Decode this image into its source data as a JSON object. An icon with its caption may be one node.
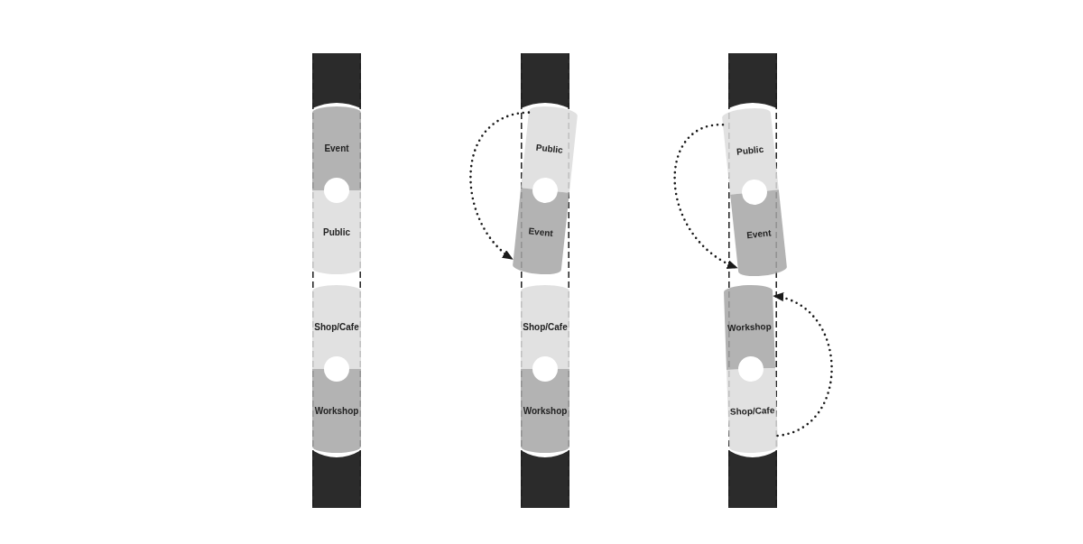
{
  "diagram": {
    "nodes": [
      {
        "text": [
          "Event"
        ]
      },
      {
        "text": [
          "Public"
        ]
      },
      {
        "text": [
          "Shop/Cafe"
        ]
      },
      {
        "text": [
          "Workshop"
        ]
      },
      {
        "text": [
          "Public"
        ]
      },
      {
        "text": [
          "Event"
        ]
      },
      {
        "text": [
          "Shop/Cafe"
        ]
      },
      {
        "text": [
          "Workshop"
        ]
      },
      {
        "text": [
          "Public"
        ]
      },
      {
        "text": [
          "Event"
        ]
      },
      {
        "text": [
          "Workshop"
        ]
      },
      {
        "text": [
          "Shop/Cafe"
        ]
      }
    ],
    "edges": [
      {
        "from": 4,
        "to": 5,
        "arrow": "to"
      },
      {
        "from": 8,
        "to": 9,
        "arrow": "to"
      },
      {
        "from": 11,
        "to": 10,
        "arrow": "to"
      }
    ]
  }
}
